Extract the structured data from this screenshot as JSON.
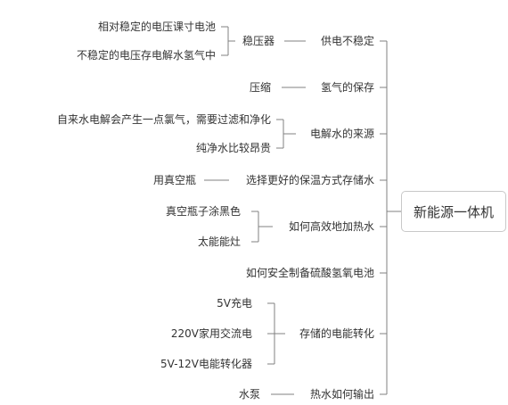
{
  "root": "新能源一体机",
  "branches": [
    {
      "label": "供电不稳定",
      "children": [
        {
          "label": "稳压器",
          "children": [
            "相对稳定的电压课寸电池",
            "不稳定的电压存电解水氢气中"
          ]
        }
      ]
    },
    {
      "label": "氢气的保存",
      "children": [
        {
          "label": "压缩"
        }
      ]
    },
    {
      "label": "电解水的来源",
      "children": [
        {
          "label": "自来水电解会产生一点氯气，需要过滤和净化"
        },
        {
          "label": "纯净水比较昂贵"
        }
      ]
    },
    {
      "label": "选择更好的保温方式存储水",
      "children": [
        {
          "label": "用真空瓶"
        }
      ]
    },
    {
      "label": "如何高效地加热水",
      "children": [
        {
          "label": "真空瓶子涂黑色"
        },
        {
          "label": "太能能灶"
        }
      ]
    },
    {
      "label": "如何安全制备硫酸氢氧电池"
    },
    {
      "label": "存储的电能转化",
      "children": [
        {
          "label": "5V充电"
        },
        {
          "label": "220V家用交流电"
        },
        {
          "label": "5V-12V电能转化器"
        }
      ]
    },
    {
      "label": "热水如何输出",
      "children": [
        {
          "label": "水泵"
        }
      ]
    }
  ],
  "colors": {
    "line": "#808080",
    "text": "#333333",
    "root_border": "#c8c8c8"
  }
}
